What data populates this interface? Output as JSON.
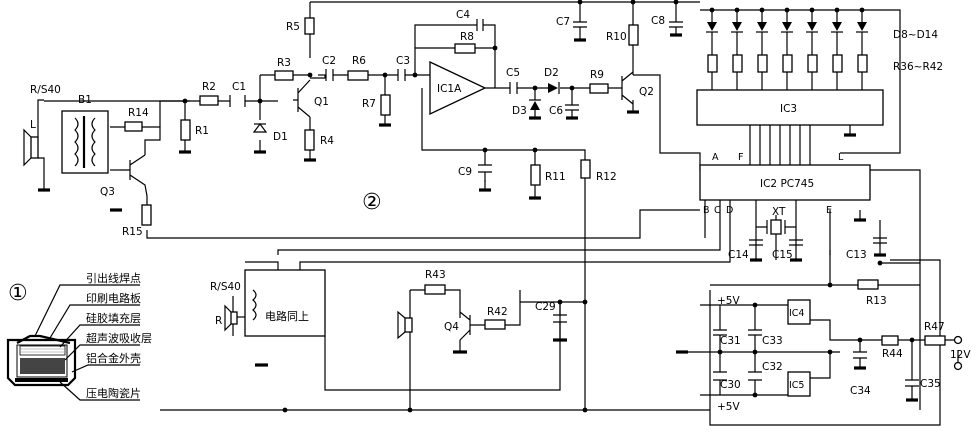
{
  "diagram": {
    "circle_label": "②",
    "sensor_input": {
      "label": "R/S40",
      "pin": "L"
    },
    "transformer": "B1",
    "r_input": {
      "label": "R/S40",
      "pin": "R"
    },
    "speaker_circuit_label": "电路同上",
    "components": {
      "R1": "R1",
      "R2": "R2",
      "R3": "R3",
      "R4": "R4",
      "R5": "R5",
      "R6": "R6",
      "R7": "R7",
      "R8": "R8",
      "R9": "R9",
      "R10": "R10",
      "R11": "R11",
      "R12": "R12",
      "R13": "R13",
      "R14": "R14",
      "R15": "R15",
      "R36_42": "R36~R42",
      "R42": "R42",
      "R43": "R43",
      "R44": "R44",
      "R47": "R47",
      "C1": "C1",
      "C2": "C2",
      "C3": "C3",
      "C4": "C4",
      "C5": "C5",
      "C6": "C6",
      "C7": "C7",
      "C8": "C8",
      "C9": "C9",
      "C13": "C13",
      "C14": "C14",
      "C15": "C15",
      "C29": "C29",
      "C30": "C30",
      "C31": "C31",
      "C32": "C32",
      "C33": "C33",
      "C34": "C34",
      "C35": "C35",
      "Q1": "Q1",
      "Q2": "Q2",
      "Q3": "Q3",
      "Q4": "Q4",
      "D1": "D1",
      "D2": "D2",
      "D3": "D3",
      "D8_14": "D8~D14",
      "IC1A": "IC1A",
      "IC3": "IC3",
      "IC2": "IC2  PC745",
      "IC4": "IC4",
      "IC5": "IC5",
      "XT": "XT"
    },
    "ic2_pins": {
      "A": "A",
      "B": "B",
      "C": "C",
      "D": "D",
      "E": "E",
      "F": "F",
      "L": "L"
    },
    "power": {
      "v5_top": "+5V",
      "v5_bottom": "+5V",
      "v12": "12V"
    }
  },
  "sensor_cross_section": {
    "marker": "①",
    "layers": [
      "引出线焊点",
      "印刷电路板",
      "硅胶填充层",
      "超声波吸收层",
      "铝合金外壳",
      "压电陶瓷片"
    ]
  }
}
